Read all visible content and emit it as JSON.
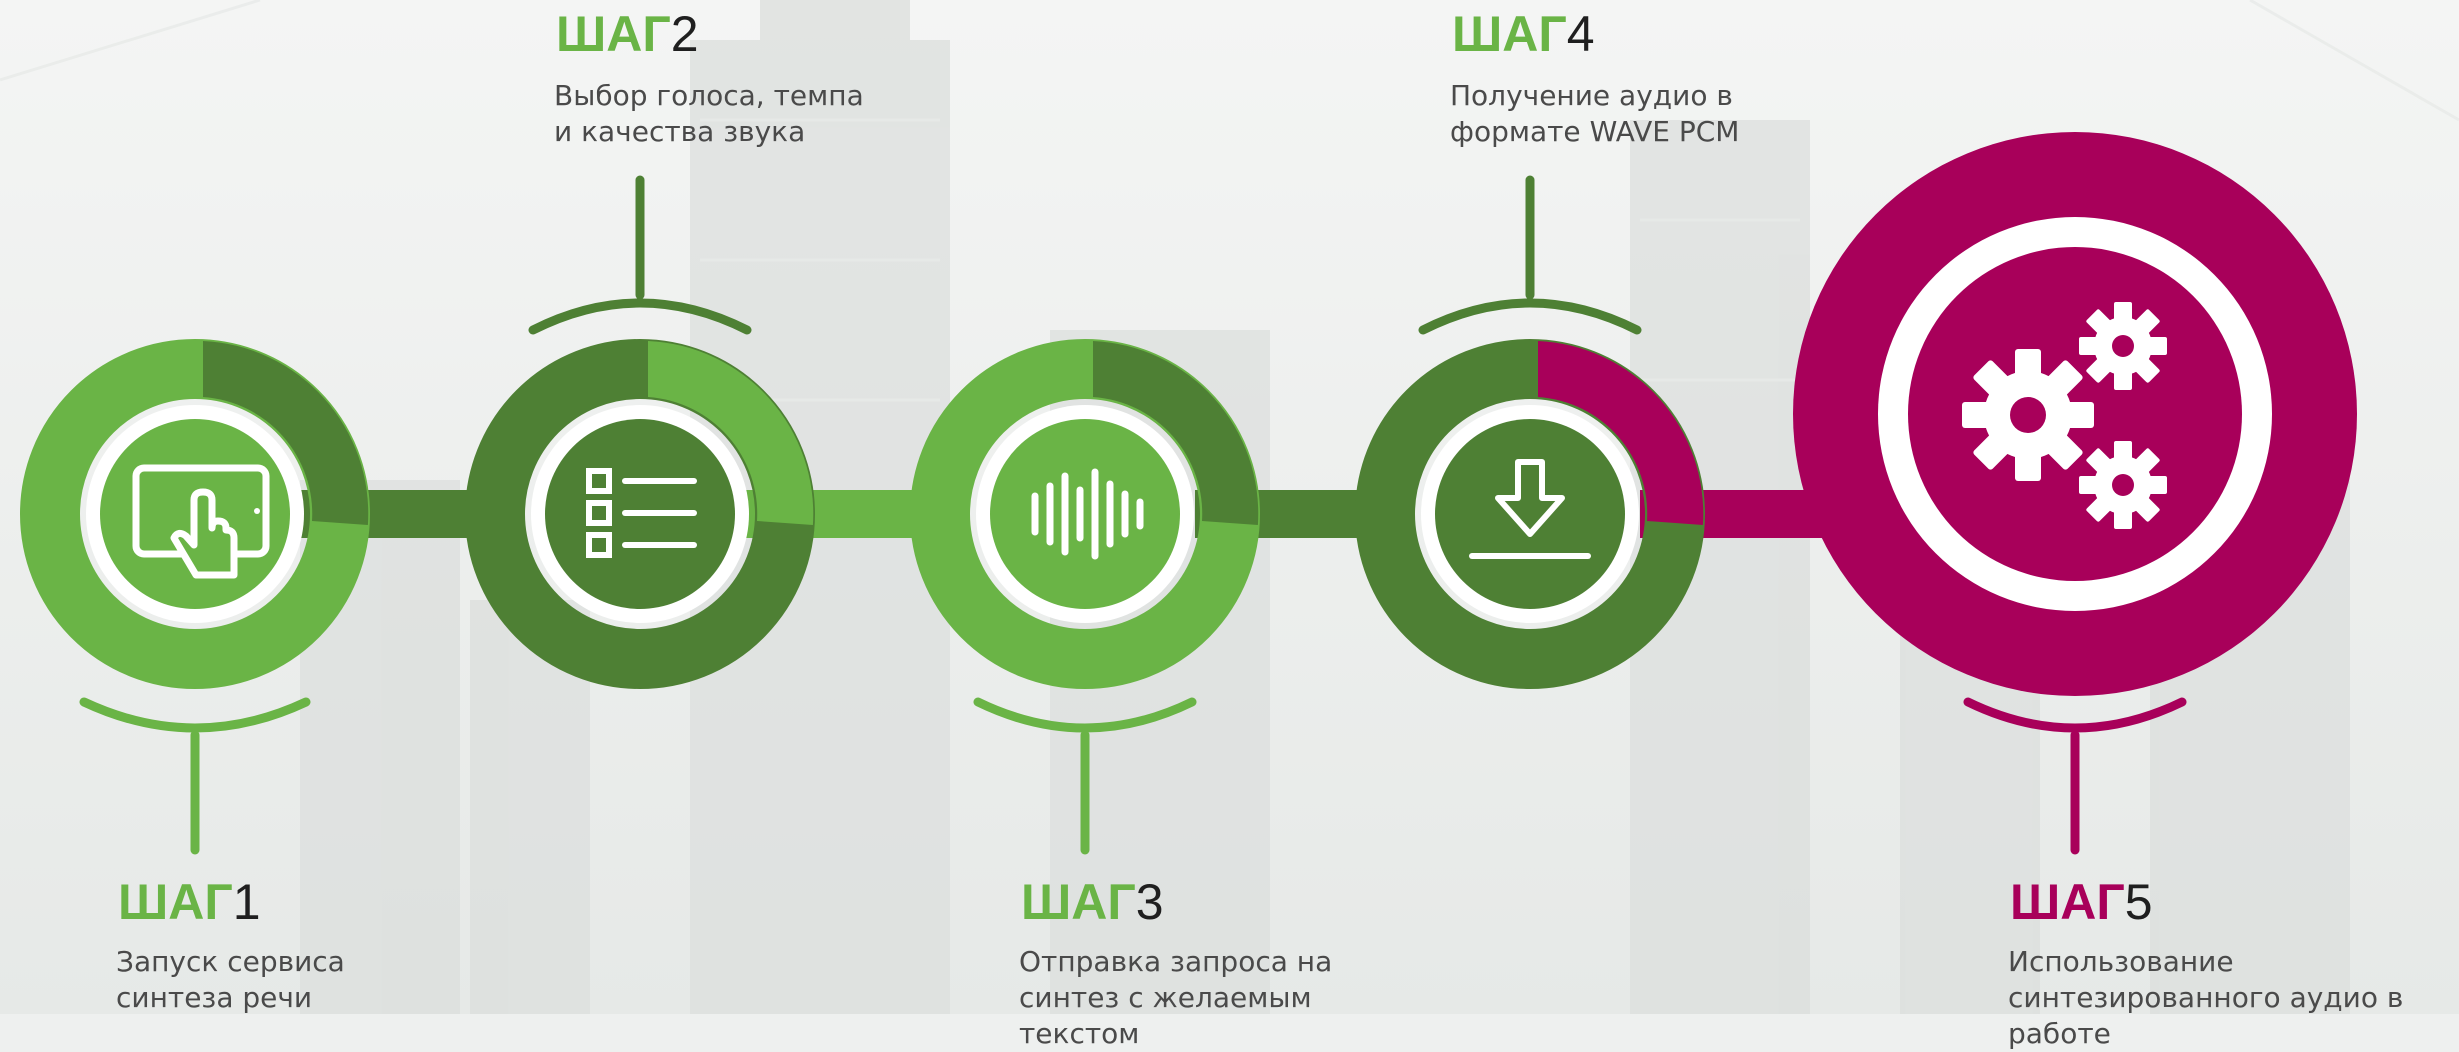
{
  "colors": {
    "light_green": "#6ab446",
    "dark_green": "#4e8034",
    "magenta": "#a8005a",
    "white": "#ffffff"
  },
  "steps": [
    {
      "word": "ШАГ",
      "num": "1",
      "desc": "Запуск сервиса синтеза речи",
      "icon": "tablet-touch-icon"
    },
    {
      "word": "ШАГ",
      "num": "2",
      "desc": "Выбор голоса, темпа и качества звука",
      "icon": "list-icon"
    },
    {
      "word": "ШАГ",
      "num": "3",
      "desc": "Отправка запроса на синтез с желаемым текстом",
      "icon": "sound-wave-icon"
    },
    {
      "word": "ШАГ",
      "num": "4",
      "desc": "Получение аудио в формате WAVE PCM",
      "icon": "download-icon"
    },
    {
      "word": "ШАГ",
      "num": "5",
      "desc": "Использование синтезированного аудио в работе",
      "icon": "gears-icon"
    }
  ]
}
